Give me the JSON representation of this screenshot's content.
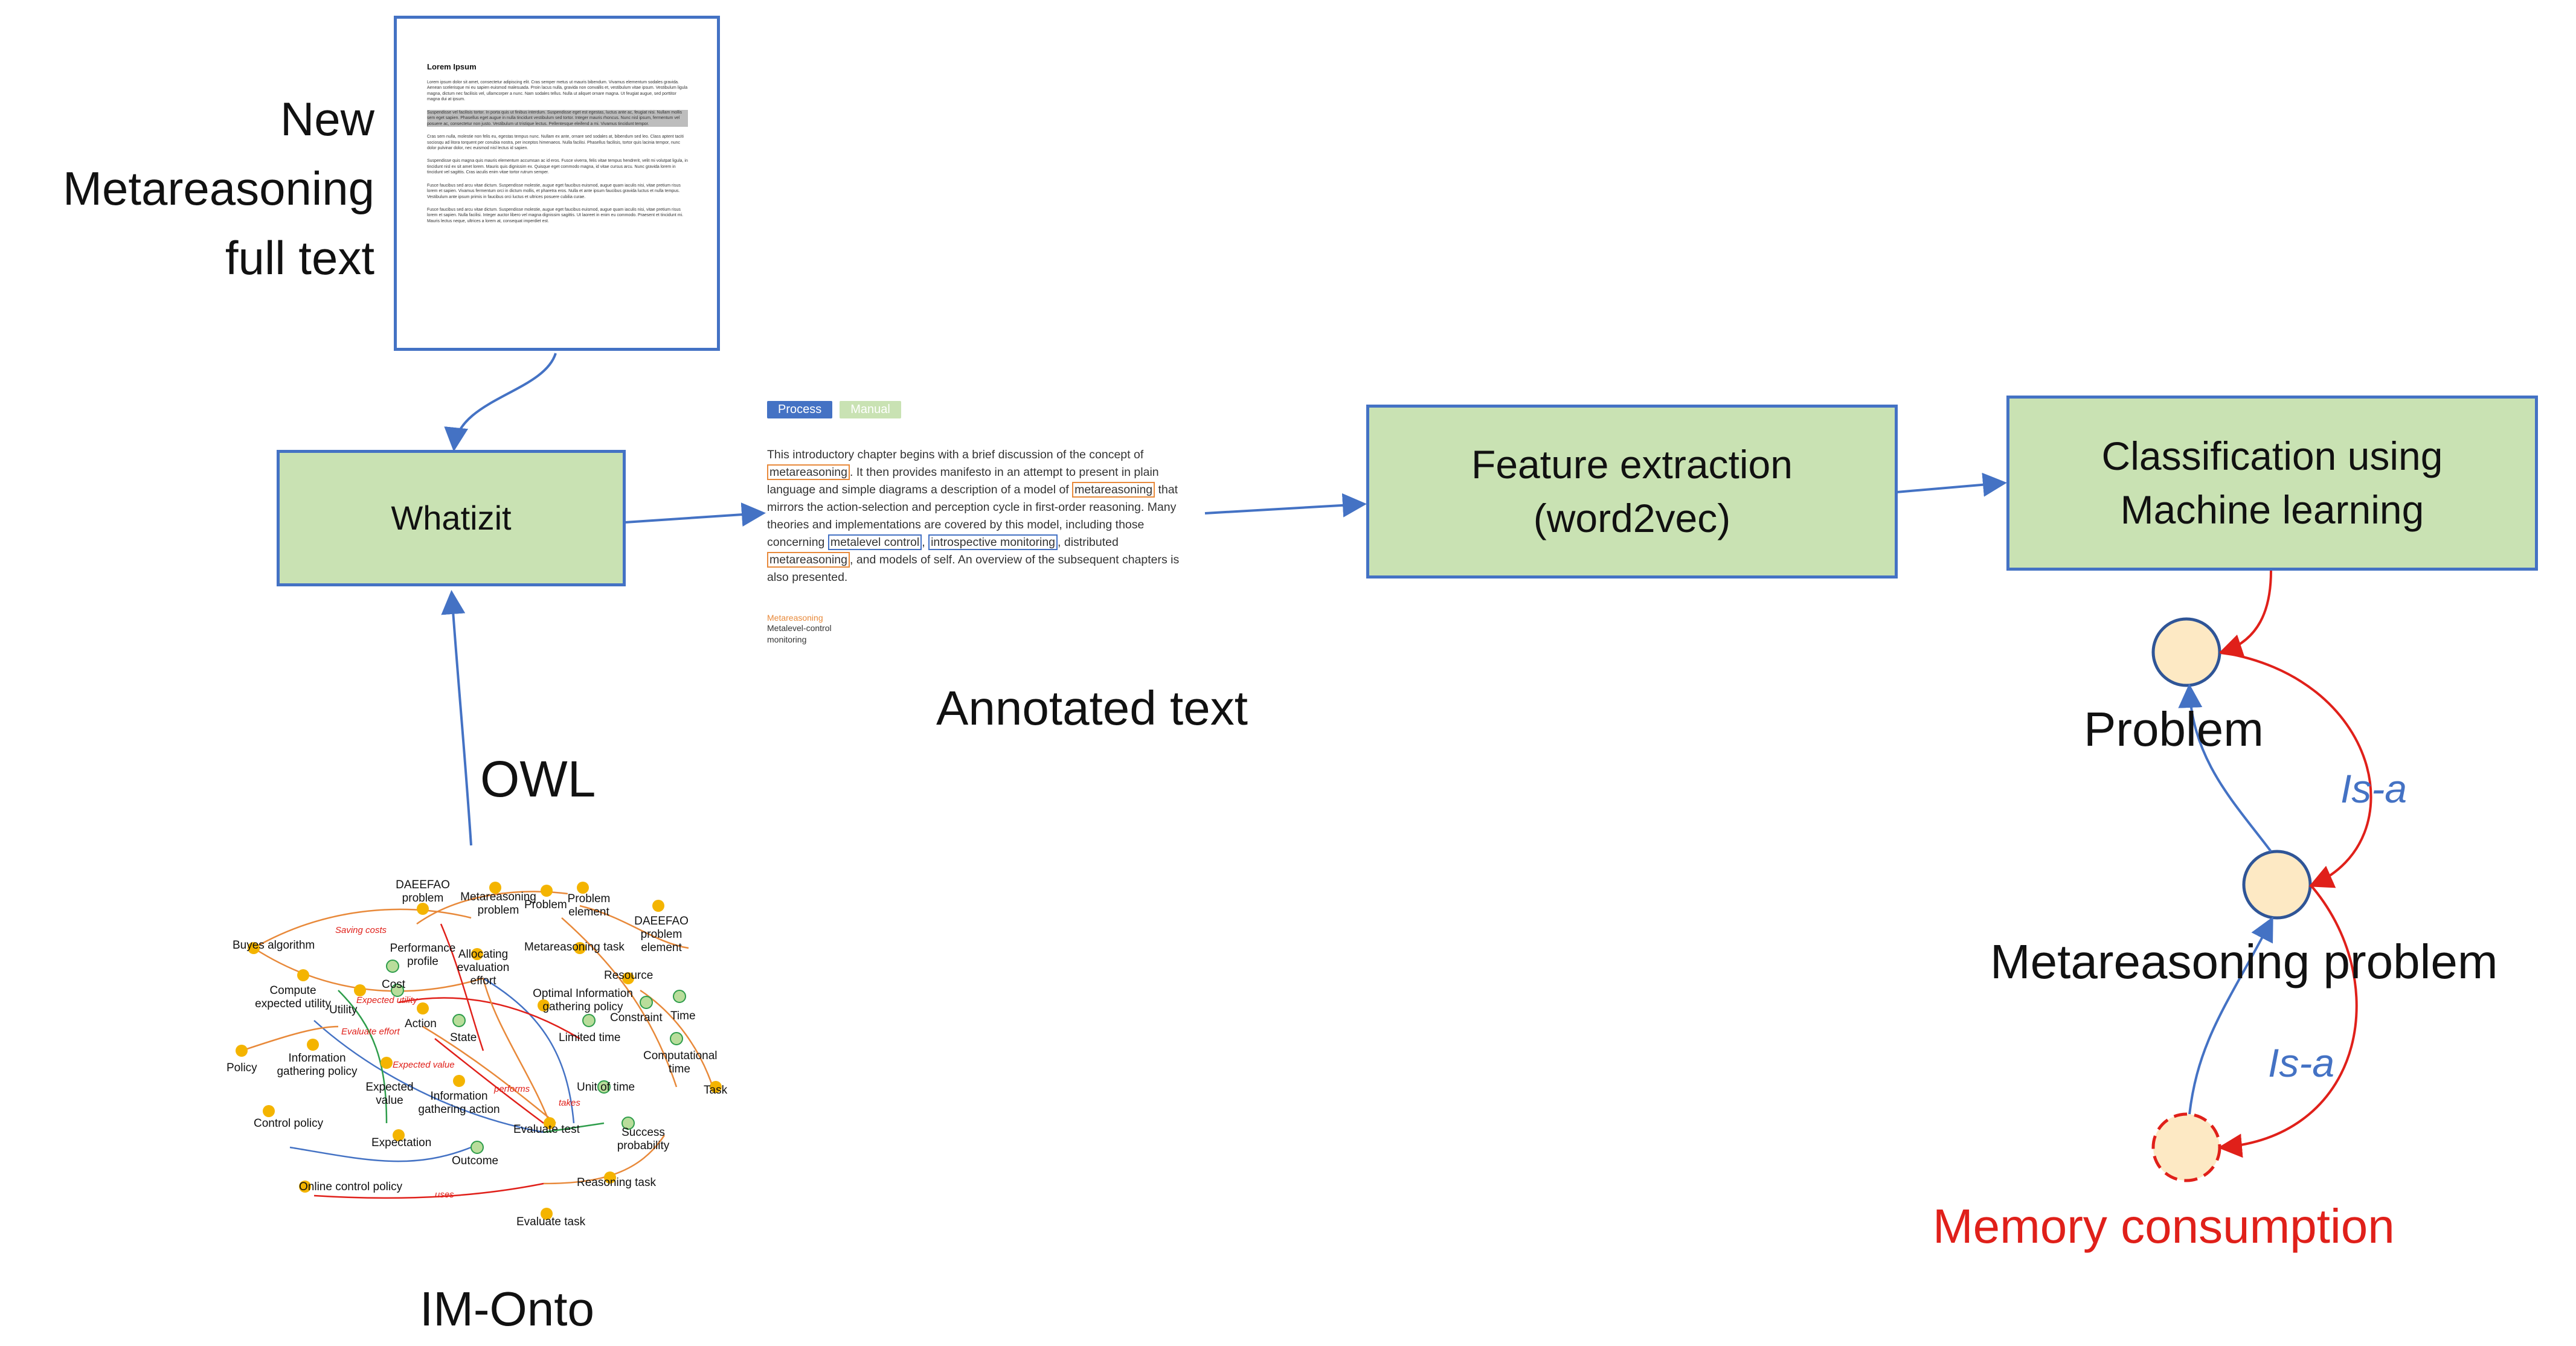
{
  "input": {
    "caption": [
      "New",
      "Metareasoning",
      "full text"
    ],
    "document": {
      "title": "Lorem Ipsum",
      "paragraphs": [
        "Lorem ipsum dolor sit amet, consectetur adipiscing elit. Cras semper metus ut mauris bibendum. Vivamus elementum sodales gravida. Aenean scelerisque mi eu sapien euismod malesuada. Proin lacus nulla, gravida non convallis et, vestibulum vitae ipsum. Vestibulum ligula magna, dictum nec facilisis vel, ullamcorper a nunc. Nam sodales tellus. Nulla ut aliquet ornare magna. Ut feugiat augue, sed porttitor magna dui at ipsum.",
        "Suspendisse vel facilisis tortor. In porta quis ut finibus interdum. Suspendisse eget est egestas, luctus ante ac, feugiat nisi. Nullam mollis sem eget sapien. Phasellus eget augue in nulla tincidunt vestibulum sed tortor. Integer mauris rhoncus. Nunc nisl ipsum, fermentum vel posuere ac, consectetur non justo. Vestibulum ut tristique lectus. Pellentesque eleifend a mi. Vivamus tincidunt tempor.",
        "Cras sem nulla, molestie non felis eu, egestas tempus nunc. Nullam ex ante, ornare sed sodales at, bibendum sed leo. Class aptent taciti sociosqu ad litora torquent per conubia nostra, per inceptos himenaeos. Nulla facilisi. Phasellus facilisis, tortor quis lacinia tempor, nunc dolor pulvinar dolor, nec euismod nisl lectus id sapien.",
        "Suspendisse quis magna quis mauris elementum accumsan ac id eros. Fusce viverra, felis vitae tempus hendrerit, velit mi volutpat ligula, in tincidunt nisl ex sit amet lorem. Mauris quis dignissim ex. Quisque eget commodo magna, id vitae cursus arcu. Nunc gravida lorem in tincidunt vel sagittis. Cras iaculis enim vitae tortor rutrum semper.",
        "Fusce faucibus sed arcu vitae dictum. Suspendisse molestie, augue eget faucibus euismod, augue quam iaculis nisi, vitae pretium risus lorem et sapien. Vivamus fermentum orci in dictum mollis, et pharetra eros. Nulla et ante ipsum faucibus gravida luctus et nulla tempus. Vestibulum ante ipsum primis in faucibus orci luctus et ultrices posuere cubilia curae.",
        "Fusce faucibus sed arcu vitae dictum. Suspendisse molestie, augue eget faucibus euismod, augue quam iaculis nisi, vitae pretium risus lorem et sapien. Nulla facilisi. Integer auctor libero vel magna dignissim sagittis. Ut laoreet in enim eu commodo. Praesent et tincidunt mi. Mauris lectus neque, ultrices a lorem at, consequat imperdiet est."
      ]
    }
  },
  "whatizit": {
    "label": "Whatizit"
  },
  "owl_label": "OWL",
  "onto": {
    "caption": "IM-Onto",
    "nodes": [
      "DAEEFAO problem",
      "Metareasoning problem",
      "Problem",
      "Problem element",
      "DAEEFAO problem element",
      "Buyes algorithm",
      "Compute expected utility",
      "Performance profile",
      "Allocating evaluation effort",
      "Metareasoning task",
      "Utility",
      "Cost",
      "Action",
      "State",
      "Optimal Information gathering policy",
      "Resource",
      "Constraint",
      "Time",
      "Limited time",
      "Policy",
      "Information gathering policy",
      "Computational time",
      "Task",
      "Expected value",
      "Information gathering action",
      "Unit of time",
      "Control policy",
      "Expectation",
      "Evaluate test",
      "Success probability",
      "Outcome",
      "Online control policy",
      "Reasoning task",
      "Evaluate task"
    ],
    "relations": [
      "Saving costs",
      "Expected utility",
      "Evaluate effort",
      "Expected value",
      "performs",
      "takes",
      "uses"
    ]
  },
  "annotated": {
    "tags": [
      "Process",
      "Manual"
    ],
    "text_before": "This introductory chapter begins with a brief discussion of the concept of ",
    "entity1": "metareasoning",
    "text2": ". It then provides manifesto in an attempt to present in plain language and simple diagrams a description of a model of ",
    "entity2": "metareasoning",
    "text3": " that mirrors the action-selection and perception cycle in first-order reasoning. Many theories and implementations are covered by this model, including those concerning ",
    "entity3": "metalevel control",
    "text4": ", ",
    "entity4": "introspective monitoring",
    "text5": ", distributed ",
    "entity5": "metareasoning",
    "text6": ", and models of self. An overview of the subsequent chapters is also presented.",
    "legend": [
      "Metareasoning",
      "Metalevel-control",
      "monitoring"
    ],
    "caption": "Annotated text"
  },
  "feature": {
    "label": [
      "Feature extraction",
      "(word2vec)"
    ]
  },
  "classification": {
    "label": [
      "Classification using",
      "Machine learning"
    ]
  },
  "hierarchy": {
    "problem": "Problem",
    "metareasoning_problem": "Metareasoning problem",
    "memory": "Memory consumption",
    "isa_upper": "Is-a",
    "isa_lower": "Is-a"
  },
  "colors": {
    "box_fill": "#c9e2b3",
    "box_border": "#4472c4",
    "arrow_blue": "#4472c4",
    "arrow_red": "#e0201a",
    "node_fill": "#fde9c4",
    "onto_node": "#f4b400",
    "entity_orange": "#e8893a"
  }
}
